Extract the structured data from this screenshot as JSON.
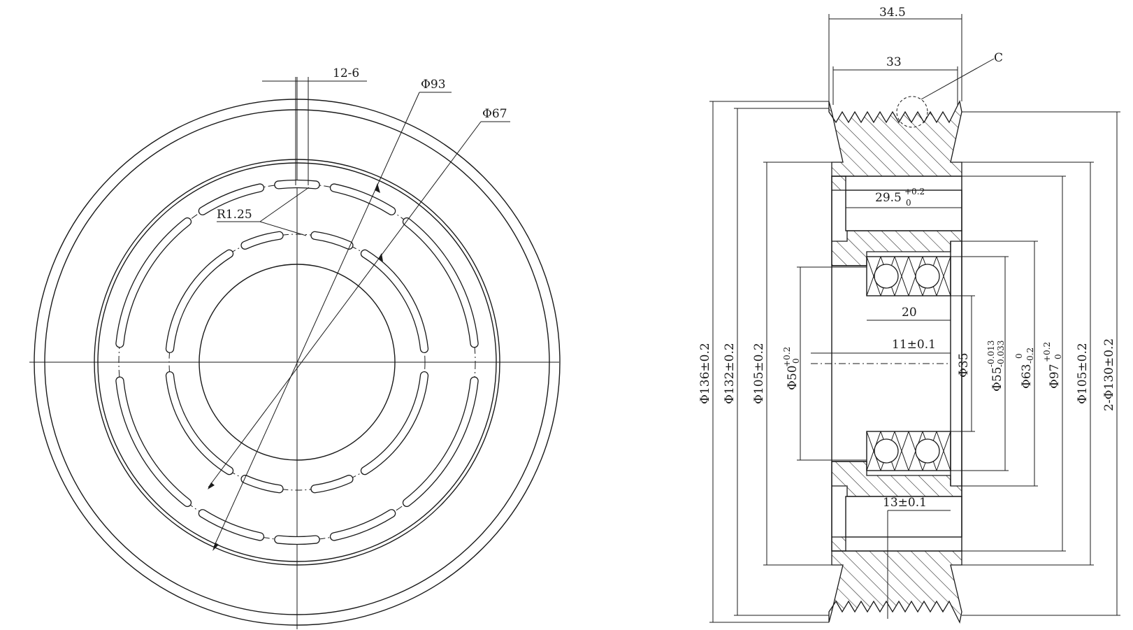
{
  "front_view": {
    "labels": {
      "slot_width": "12-6",
      "dia_outer_slot": "Φ93",
      "dia_inner_slot": "Φ67",
      "radius": "R1.25"
    }
  },
  "section_view": {
    "labels": {
      "width_overall": "34.5",
      "width_groove": "33",
      "detail_mark": "C",
      "bore_depth_main": "29.5",
      "bore_depth_tol_upper": "+0.2",
      "bore_depth_tol_lower": "0",
      "bearing_width": "20",
      "offset_a": "11±0.1",
      "offset_b": "13±0.1",
      "dia_136": "Φ136±0.2",
      "dia_132": "Φ132±0.2",
      "dia_105_left": "Φ105±0.2",
      "dia_50": "Φ50",
      "dia_50_tol_upper": "+0.2",
      "dia_50_tol_lower": "0",
      "dia_35": "Φ35",
      "dia_55": "Φ55",
      "dia_55_tol_upper": "-0.013",
      "dia_55_tol_lower": "-0.033",
      "dia_63": "Φ63",
      "dia_63_tol_upper": "0",
      "dia_63_tol_lower": "-0.2",
      "dia_97": "Φ97",
      "dia_97_tol_upper": "+0.2",
      "dia_97_tol_lower": "0",
      "dia_105_right": "Φ105±0.2",
      "dia_130": "2-Φ130±0.2"
    }
  }
}
